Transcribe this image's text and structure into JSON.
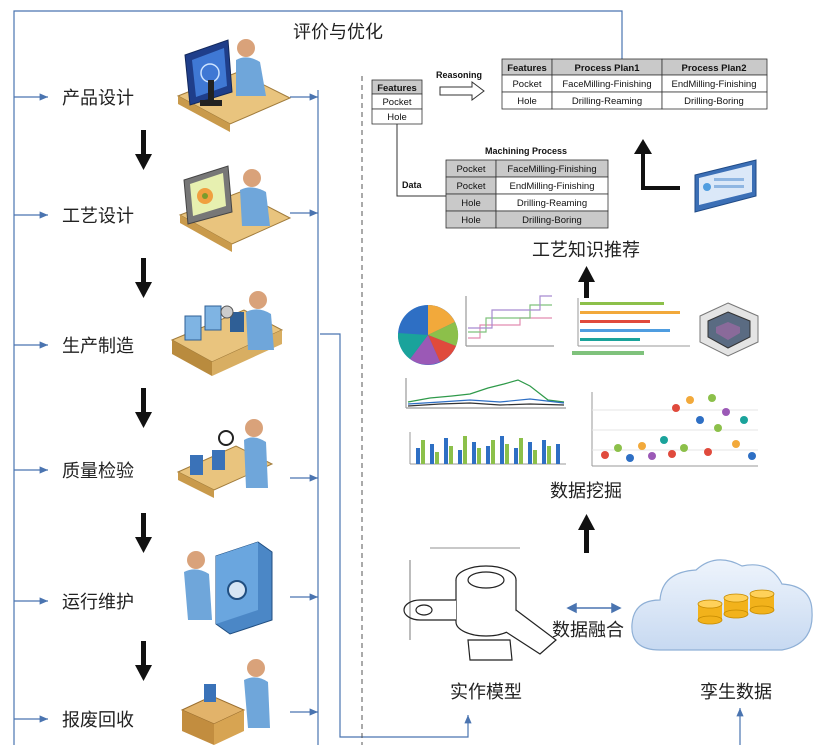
{
  "top_label": "评价与优化",
  "stages": [
    {
      "label": "产品设计"
    },
    {
      "label": "工艺设计"
    },
    {
      "label": "生产制造"
    },
    {
      "label": "质量检验"
    },
    {
      "label": "运行维护"
    },
    {
      "label": "报废回收"
    }
  ],
  "features_table": {
    "header": "Features",
    "rows": [
      "Pocket",
      "Hole"
    ]
  },
  "reasoning_label": "Reasoning",
  "data_label": "Data",
  "plan_table": {
    "headers": [
      "Features",
      "Process Plan1",
      "Process Plan2"
    ],
    "rows": [
      [
        "Pocket",
        "FaceMilling-Finishing",
        "EndMilling-Finishing"
      ],
      [
        "Hole",
        "Drilling-Reaming",
        "Drilling-Boring"
      ]
    ]
  },
  "machining_table": {
    "title": "Machining Process",
    "rows": [
      [
        "Pocket",
        "FaceMilling-Finishing"
      ],
      [
        "Pocket",
        "EndMilling-Finishing"
      ],
      [
        "Hole",
        "Drilling-Reaming"
      ],
      [
        "Hole",
        "Drilling-Boring"
      ]
    ]
  },
  "knowledge_label": "工艺知识推荐",
  "mining_label": "数据挖掘",
  "fusion_label": "数据融合",
  "model_label": "实作模型",
  "twin_label": "孪生数据",
  "colors": {
    "flow_line": "#4a74b0",
    "header_fill": "#c9c9c9",
    "cloud": "#d9e6f7",
    "cylinder": "#f2b21b"
  }
}
